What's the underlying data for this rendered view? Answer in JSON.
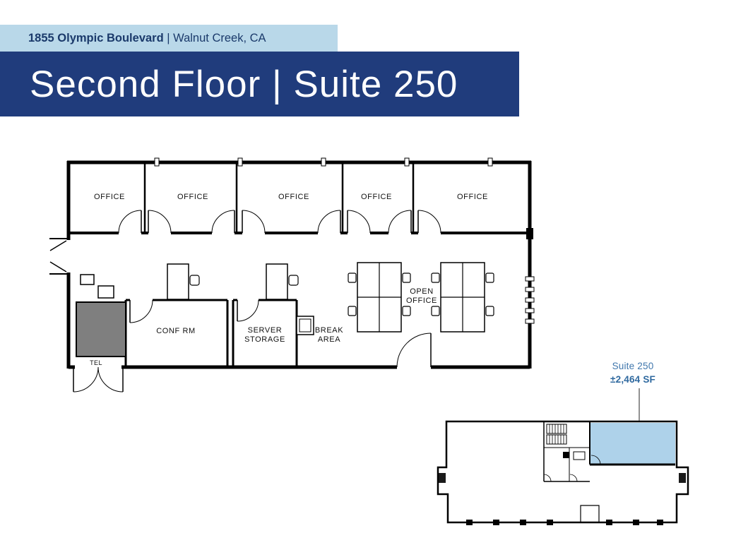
{
  "header": {
    "address": {
      "street": "1855 Olympic Boulevard",
      "city": " | Walnut Creek, CA"
    },
    "title": "Second Floor | Suite 250"
  },
  "floor_plan": {
    "office_labels": [
      "OFFICE",
      "OFFICE",
      "OFFICE",
      "OFFICE",
      "OFFICE"
    ],
    "open_office": {
      "line1": "OPEN",
      "line2": "OFFICE"
    },
    "conf_room": "CONF RM",
    "server_storage": {
      "line1": "SERVER",
      "line2": "STORAGE"
    },
    "break_area": {
      "line1": "BREAK",
      "line2": "AREA"
    },
    "tel_room": "TEL"
  },
  "key_plan": {
    "callout": {
      "suite": "Suite 250",
      "area": "±2,464 SF"
    }
  },
  "colors": {
    "banner_light_bg": "#b9d8e9",
    "banner_dark_bg": "#203c7c",
    "address_text": "#1b3a6b",
    "title_text": "#ffffff",
    "suite_highlight": "#aed2ea",
    "callout_text": "#3f77ad",
    "tel_fill": "#7f7f7f",
    "plan_lines": "#000000"
  }
}
